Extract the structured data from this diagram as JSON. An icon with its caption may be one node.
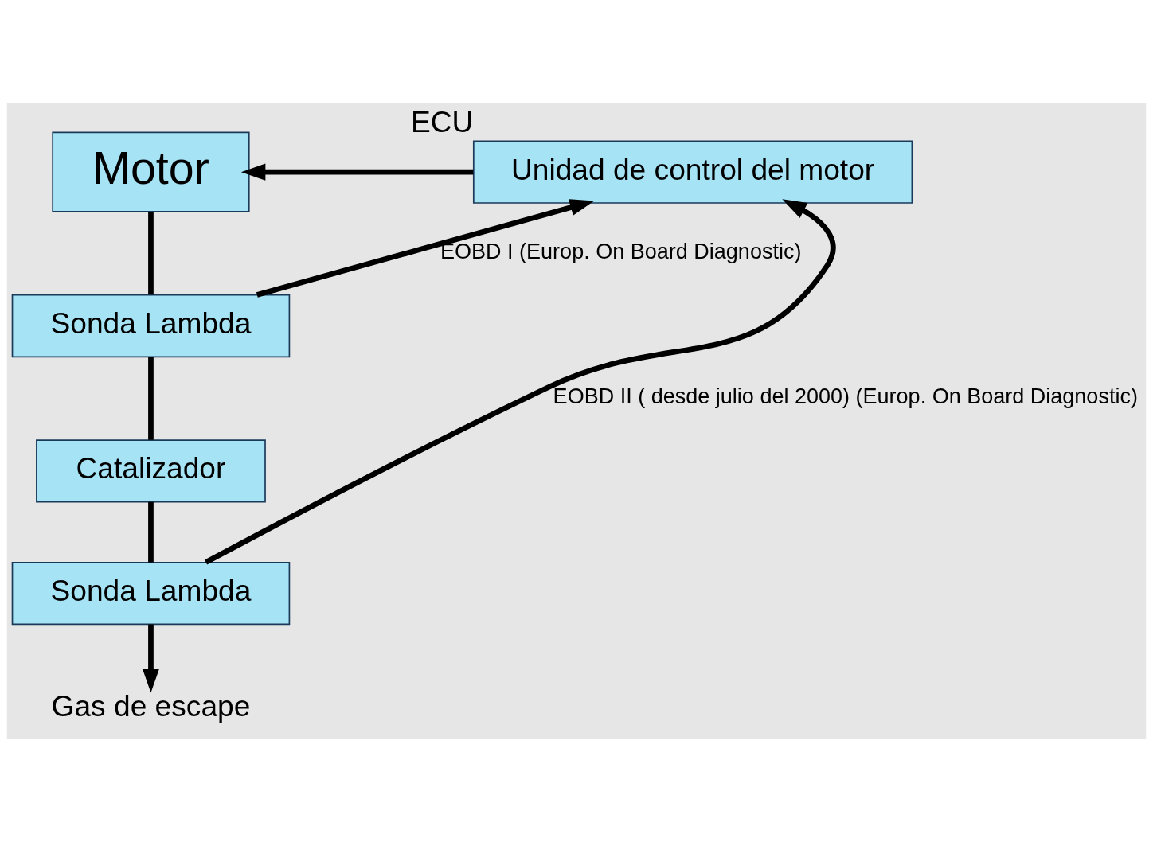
{
  "diagram": {
    "nodes": [
      {
        "text": [
          "Motor"
        ]
      },
      {
        "text": [
          "Unidad de control del motor"
        ],
        "beside": [
          "ECU"
        ]
      },
      {
        "text": [
          "Sonda Lambda"
        ]
      },
      {
        "text": [
          "Catalizador"
        ]
      },
      {
        "text": [
          "Sonda Lambda"
        ]
      },
      {
        "text": [
          "Gas de escape"
        ]
      }
    ],
    "edges": [
      {
        "from": 1,
        "to": 0,
        "arrow": "to"
      },
      {
        "from": 0,
        "to": 2,
        "arrow": "none"
      },
      {
        "from": 2,
        "to": 1,
        "arrow": "to",
        "label": "EOBD I (Europ. On Board Diagnostic)"
      },
      {
        "from": 2,
        "to": 3,
        "arrow": "none"
      },
      {
        "from": 3,
        "to": 4,
        "arrow": "none"
      },
      {
        "from": 4,
        "to": 1,
        "arrow": "to",
        "label": "EOBD II ( desde julio del 2000) (Europ. On Board Diagnostic)"
      },
      {
        "from": 4,
        "to": 5,
        "arrow": "to"
      }
    ]
  }
}
